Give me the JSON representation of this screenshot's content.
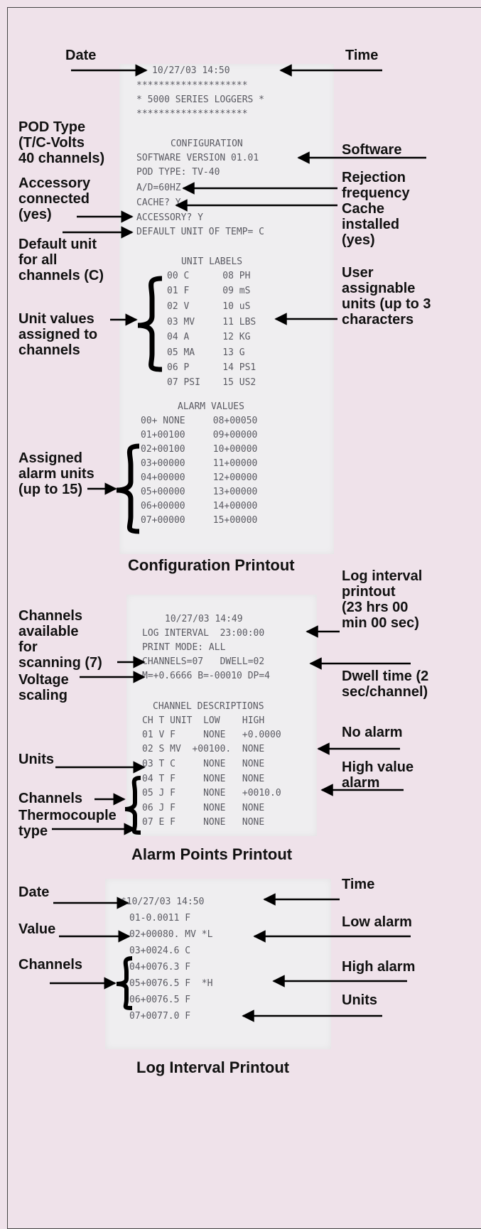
{
  "config": {
    "caption": "Configuration Printout",
    "printout": [
      "10/27/03 14:50",
      "********************",
      "* 5000 SERIES LOGGERS *",
      "********************",
      "",
      "CONFIGURATION",
      "SOFTWARE VERSION 01.01",
      "POD TYPE: TV-40",
      "A/D=60HZ",
      "CACHE? Y",
      "ACCESSORY? Y",
      "DEFAULT UNIT OF TEMP= C",
      "",
      "UNIT LABELS",
      "00 C      08 PH",
      "01 F      09 mS",
      "02 V      10 uS",
      "03 MV     11 LBS",
      "04 A      12 KG",
      "05 MA     13 G",
      "06 P      14 PS1",
      "07 PSI    15 US2",
      "",
      "ALARM VALUES",
      "00+ NONE     08+00050",
      "01+00100     09+00000",
      "02+00100     10+00000",
      "03+00000     11+00000",
      "04+00000     12+00000",
      "05+00000     13+00000",
      "06+00000     14+00000",
      "07+00000     15+00000"
    ],
    "labels": {
      "date": "Date",
      "time": "Time",
      "pod_type": "POD Type\n(T/C-Volts\n40 channels)",
      "software": "Software",
      "accessory": "Accessory\nconnected\n(yes)",
      "rejection": "Rejection\nfrequency",
      "cache": "Cache\ninstalled\n(yes)",
      "default_unit": "Default unit\nfor all\nchannels (C)",
      "user_units": "User\nassignable\nunits (up to 3\ncharacters",
      "unit_values": "Unit values\nassigned to\nchannels",
      "alarm_units": "Assigned\nalarm units\n(up to 15)"
    }
  },
  "alarm": {
    "caption": "Alarm Points Printout",
    "printout": [
      "10/27/03 14:49",
      "LOG INTERVAL  23:00:00",
      "PRINT MODE: ALL",
      "CHANNELS=07   DWELL=02",
      "M=+0.6666 B=-00010 DP=4",
      "",
      "CHANNEL DESCRIPTIONS",
      "CH T UNIT  LOW    HIGH",
      "01 V F     NONE   +0.0000",
      "02 S MV  +00100.  NONE",
      "03 T C     NONE   NONE",
      "04 T F     NONE   NONE",
      "05 J F     NONE   +0010.0",
      "06 J F     NONE   NONE",
      "07 E F     NONE   NONE"
    ],
    "labels": {
      "log_interval": "Log interval\nprintout\n(23 hrs 00\nmin 00 sec)",
      "channels_available": "Channels\navailable\nfor\nscanning (7)",
      "voltage_scaling": "Voltage\nscaling",
      "dwell": "Dwell time (2\nsec/channel)",
      "no_alarm": "No alarm",
      "units": "Units",
      "high_alarm": "High value\nalarm",
      "channels": "Channels",
      "thermocouple": "Thermocouple\ntype"
    }
  },
  "log": {
    "caption": "Log Interval Printout",
    "printout": [
      "$10/27/03 14:50",
      "01-0.0011 F",
      "02+00080. MV *L",
      "03+0024.6 C",
      "04+0076.3 F",
      "05+0076.5 F  *H",
      "06+0076.5 F",
      "07+0077.0 F"
    ],
    "labels": {
      "date": "Date",
      "time": "Time",
      "value": "Value",
      "low_alarm": "Low alarm",
      "channels": "Channels",
      "high_alarm": "High alarm",
      "units": "Units"
    }
  }
}
